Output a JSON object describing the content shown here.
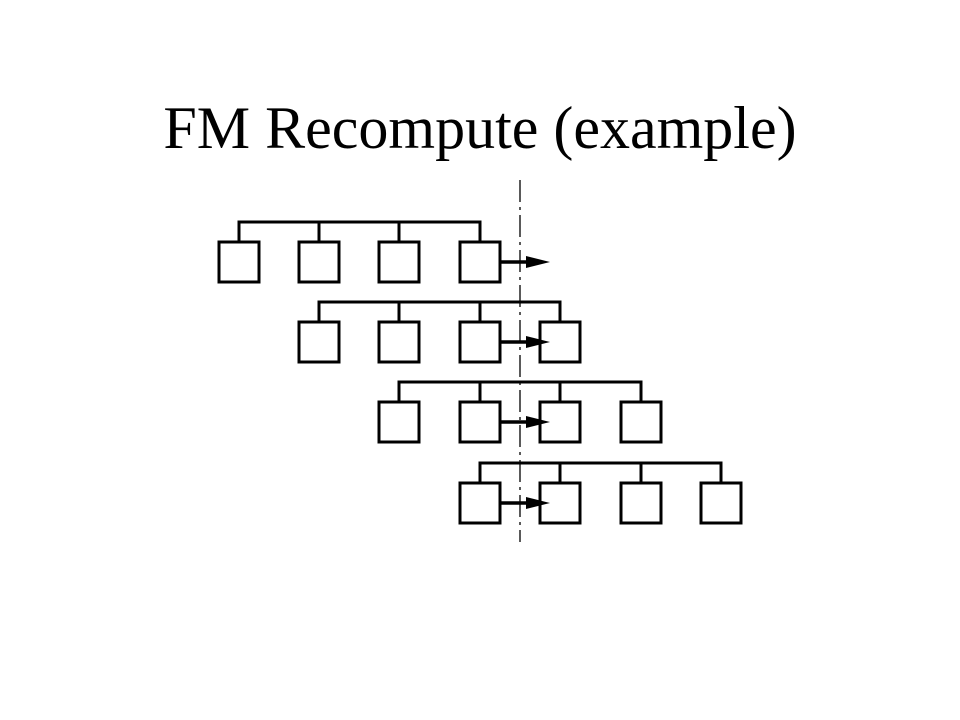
{
  "title": "FM Recompute (example)",
  "diagram": {
    "description_free": true,
    "rows": [
      {
        "cells": 4,
        "moving_cell": 4
      },
      {
        "cells": 4,
        "moving_cell": 3
      },
      {
        "cells": 4,
        "moving_cell": 2
      },
      {
        "cells": 4,
        "moving_cell": 1
      }
    ],
    "partition_line": "dashed",
    "colors": {
      "stroke": "#000000",
      "background": "#ffffff"
    }
  }
}
